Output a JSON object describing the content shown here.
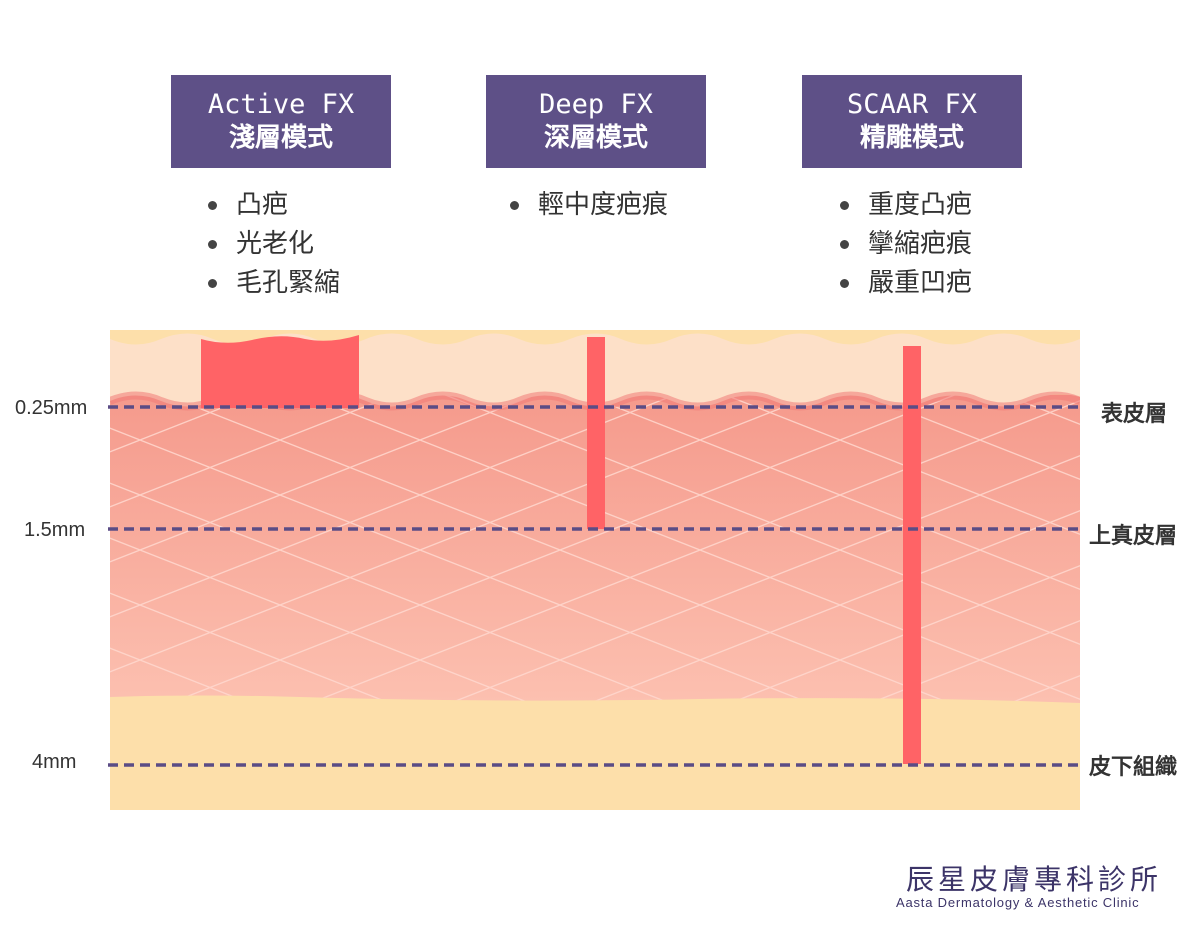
{
  "modes": [
    {
      "title": "Active FX",
      "subtitle": "淺層模式",
      "targets": [
        "凸疤",
        "光老化",
        "毛孔緊縮"
      ]
    },
    {
      "title": "Deep FX",
      "subtitle": "深層模式",
      "targets": [
        "輕中度疤痕"
      ]
    },
    {
      "title": "SCAAR FX",
      "subtitle": "精雕模式",
      "targets": [
        "重度凸疤",
        "攣縮疤痕",
        "嚴重凹疤"
      ]
    }
  ],
  "depth_markers": [
    {
      "depth": "0.25mm",
      "layer": "表皮層"
    },
    {
      "depth": "1.5mm",
      "layer": "上真皮層"
    },
    {
      "depth": "4mm",
      "layer": "皮下組織"
    }
  ],
  "brand": {
    "name": "辰星皮膚專科診所",
    "name_en": "Aasta Dermatology & Aesthetic Clinic"
  },
  "colors": {
    "mode_box": "#5e5087",
    "epidermis": "#fde0c8",
    "dermis": "#f9a898",
    "subcutaneous": "#fddfaa",
    "laser": "#ff6366",
    "marker_line": "#5b4c85"
  }
}
